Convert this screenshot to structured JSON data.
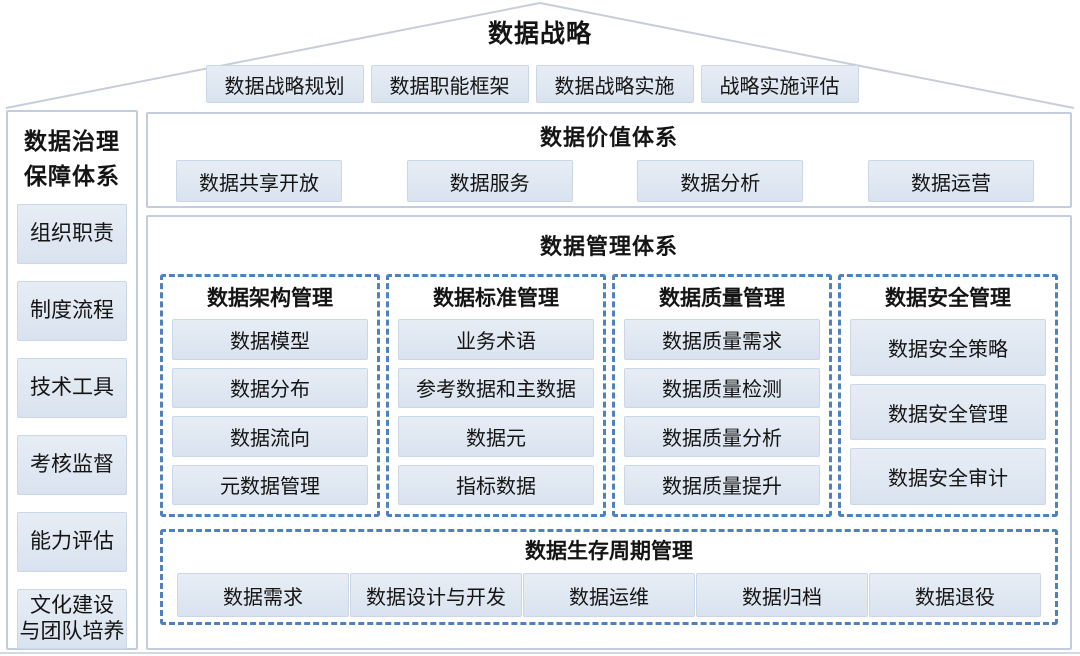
{
  "colors": {
    "box_fill": "#dce6f1",
    "box_border": "#ccd7e6",
    "dashed_border": "#4f81bd",
    "panel_border": "#c4cddf",
    "roof_line": "#c7cdd9",
    "text": "#141414"
  },
  "roof": {
    "title": "数据战略",
    "items": [
      "数据战略规划",
      "数据职能框架",
      "数据战略实施",
      "战略实施评估"
    ]
  },
  "sidebar": {
    "title": "数据治理\n保障体系",
    "items": [
      "组织职责",
      "制度流程",
      "技术工具",
      "考核监督",
      "能力评估",
      "文化建设\n与团队培养"
    ]
  },
  "value_system": {
    "title": "数据价值体系",
    "items": [
      "数据共享开放",
      "数据服务",
      "数据分析",
      "数据运营"
    ]
  },
  "management_system": {
    "title": "数据管理体系",
    "columns": [
      {
        "title": "数据架构管理",
        "items": [
          "数据模型",
          "数据分布",
          "数据流向",
          "元数据管理"
        ]
      },
      {
        "title": "数据标准管理",
        "items": [
          "业务术语",
          "参考数据和主数据",
          "数据元",
          "指标数据"
        ]
      },
      {
        "title": "数据质量管理",
        "items": [
          "数据质量需求",
          "数据质量检测",
          "数据质量分析",
          "数据质量提升"
        ]
      },
      {
        "title": "数据安全管理",
        "items": [
          "数据安全策略",
          "数据安全管理",
          "数据安全审计"
        ]
      }
    ],
    "lifecycle": {
      "title": "数据生存周期管理",
      "items": [
        "数据需求",
        "数据设计与开发",
        "数据运维",
        "数据归档",
        "数据退役"
      ]
    }
  }
}
